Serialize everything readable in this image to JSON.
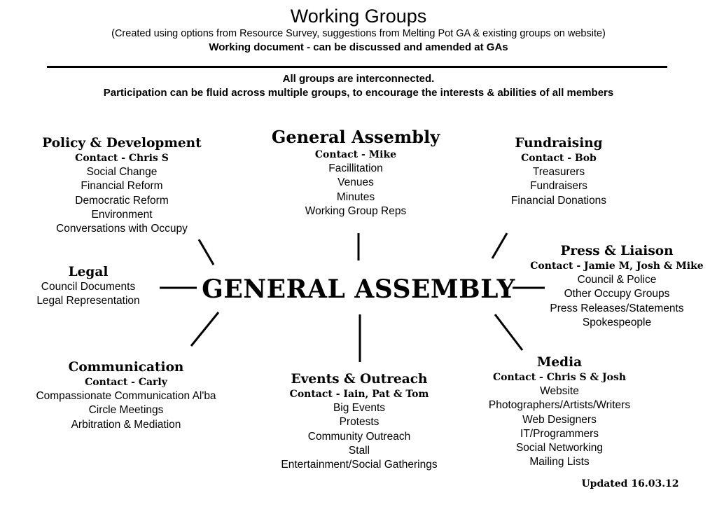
{
  "header": {
    "title": "Working Groups",
    "subtitle": "(Created using options from Resource Survey, suggestions from Melting Pot GA & existing groups on website)",
    "working_doc": "Working document - can be discussed and amended at GAs",
    "note1": "All groups are interconnected.",
    "note2": "Participation can be fluid across multiple groups, to encourage the interests & abilities of all members"
  },
  "center": "GENERAL ASSEMBLY",
  "groups": {
    "policy": {
      "title": "Policy & Development",
      "contact": "Contact - Chris S",
      "items": [
        "Social Change",
        "Financial Reform",
        "Democratic Reform",
        "Environment",
        "Conversations with Occupy"
      ]
    },
    "general_assembly": {
      "title": "General Assembly",
      "contact": "Contact - Mike",
      "items": [
        "Facillitation",
        "Venues",
        "Minutes",
        "Working Group Reps"
      ]
    },
    "fundraising": {
      "title": "Fundraising",
      "contact": "Contact - Bob",
      "items": [
        "Treasurers",
        "Fundraisers",
        "Financial Donations"
      ]
    },
    "legal": {
      "title": "Legal",
      "items": [
        "Council Documents",
        "Legal Representation"
      ]
    },
    "press": {
      "title": "Press & Liaison",
      "contact": "Contact - Jamie M, Josh & Mike",
      "items": [
        "Council & Police",
        "Other Occupy Groups",
        "Press Releases/Statements",
        "Spokespeople"
      ]
    },
    "communication": {
      "title": "Communication",
      "contact": "Contact - Carly",
      "items": [
        "Compassionate Communication Al'ba",
        "Circle Meetings",
        "Arbitration & Mediation"
      ]
    },
    "events": {
      "title": "Events & Outreach",
      "contact": "Contact - Iain, Pat & Tom",
      "items": [
        "Big Events",
        "Protests",
        "Community Outreach",
        "Stall",
        "Entertainment/Social Gatherings"
      ]
    },
    "media": {
      "title": "Media",
      "contact": "Contact - Chris S & Josh",
      "items": [
        "Website",
        "Photographers/Artists/Writers",
        "Web Designers",
        "IT/Programmers",
        "Social Networking",
        "Mailing Lists"
      ]
    }
  },
  "updated": "Updated 16.03.12"
}
